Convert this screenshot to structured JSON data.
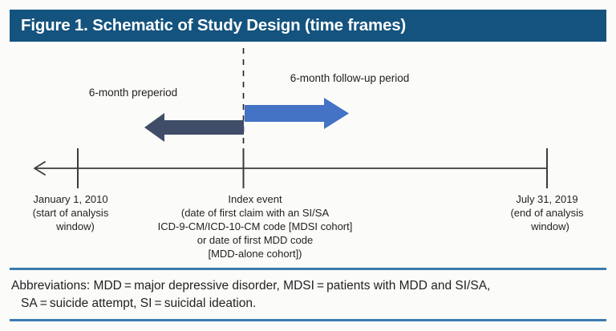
{
  "figure": {
    "title": "Figure 1. Schematic of Study Design (time frames)",
    "title_bar_color": "#14537e"
  },
  "diagram": {
    "preperiod_label": "6-month preperiod",
    "followup_label": "6-month follow-up period",
    "preperiod_arrow_color": "#3f4d68",
    "followup_arrow_color": "#4472c4",
    "index_line_style": "dashed",
    "axis_color": "#3c3c3c",
    "left_tick": {
      "line1": "January 1, 2010",
      "line2": "(start of analysis",
      "line3": "window)"
    },
    "center_tick": {
      "line1": "Index event",
      "line2": "(date of first claim with an SI/SA",
      "line3": "ICD-9-CM/ICD-10-CM code [MDSI cohort]",
      "line4": "or date of first MDD code",
      "line5": "[MDD-alone cohort])"
    },
    "right_tick": {
      "line1": "July 31, 2019",
      "line2": "(end of analysis",
      "line3": "window)"
    }
  },
  "footnote": {
    "line1": "Abbreviations: MDD = major depressive disorder, MDSI = patients with MDD and SI/SA,",
    "line2": "SA = suicide attempt, SI = suicidal ideation.",
    "rule_color": "#3a7bae"
  }
}
